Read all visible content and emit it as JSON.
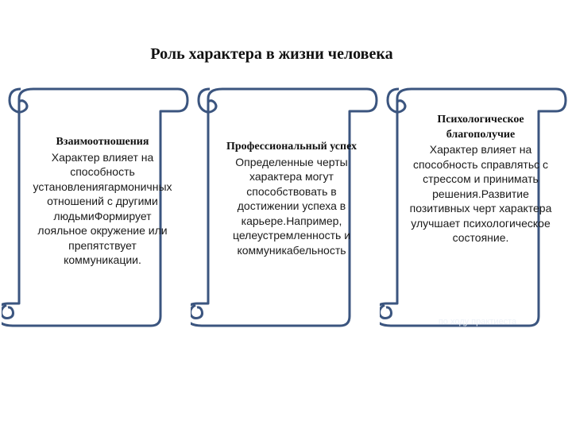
{
  "title": "Роль характера в жизни человека",
  "colors": {
    "scroll_stroke": "#3b557f",
    "scroll_fill": "#ffffff"
  },
  "cards": [
    {
      "heading": "Взаимоотношения",
      "body": "Характер влияет на способность установлениягармоничных отношений с другими людьмиФормирует лояльное окружение или препятствует коммуникации."
    },
    {
      "heading": "Профессиональный успех",
      "body": "Определенные черты характера могут способствовать в достижении успеха в карьере.Например, целеустремленность и коммуникабельность"
    },
    {
      "heading": "Психологическое благополучие",
      "body": "Характер влияет на способность справлятьс с стрессом и принимать решения.Развитие позитивных черт характера улучшает психологическое состояние."
    }
  ],
  "watermark": "по ходу практиеста"
}
